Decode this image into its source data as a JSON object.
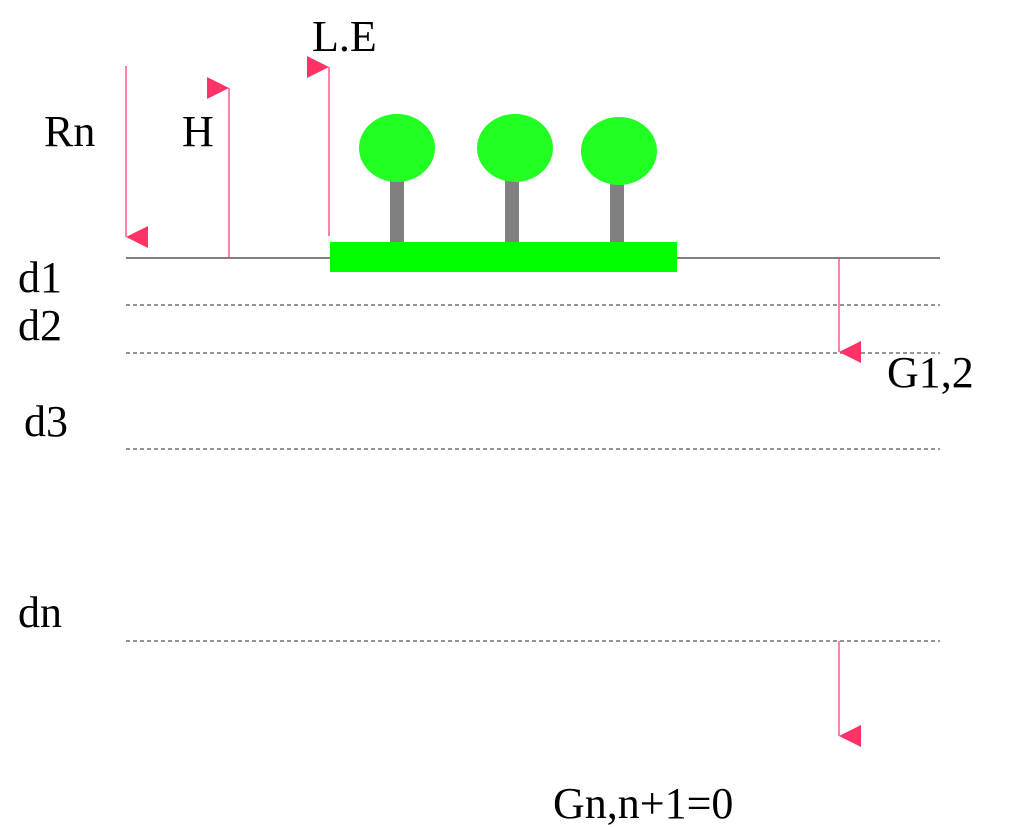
{
  "labels": {
    "rn": "Rn",
    "h": "H",
    "le": "L.E",
    "d1": "d1",
    "d2": "d2",
    "d3": "d3",
    "dn": "dn",
    "g12": "G1,2",
    "gn": "Gn,n+1=0"
  },
  "colors": {
    "arrow": "#ff3366",
    "vegetation": "#00ff00",
    "canopy": "#22ff22",
    "trunk": "#808080",
    "surface_line": "#000000",
    "layer_line": "#555555"
  }
}
